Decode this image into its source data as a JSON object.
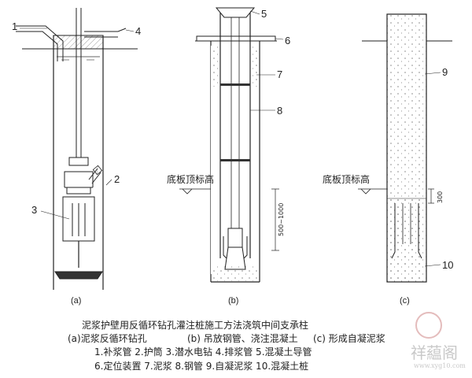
{
  "panels": {
    "a": {
      "label": "(a)",
      "num_1": "1",
      "num_2": "2",
      "num_3": "3",
      "num_4": "4"
    },
    "b": {
      "label": "(b)",
      "num_5": "5",
      "num_6": "6",
      "num_7": "7",
      "num_8": "8",
      "level_label": "底板顶标高",
      "dim_label": "500~1000"
    },
    "c": {
      "label": "(c)",
      "num_9": "9",
      "num_10": "10",
      "level_label": "底板顶标高",
      "dim_label": "300"
    }
  },
  "caption": {
    "title": "泥浆护壁用反循环钻孔灌注桩施工方法浇筑中间支承柱",
    "sub_a": "(a)泥浆反循环钻孔",
    "sub_b": "(b) 吊放钢管、浇注混凝土",
    "sub_c": "(c) 形成自凝泥浆",
    "legend_1": "1.补浆管 2.护筒 3.潜水电钻 4.排浆管 5.混凝土导管",
    "legend_2": "6.定位装置 7.泥浆 8.钢管 9.自凝泥浆 10.混凝土桩"
  },
  "watermark": {
    "text": "祥藴阁",
    "url": "www.xyg10.com"
  }
}
